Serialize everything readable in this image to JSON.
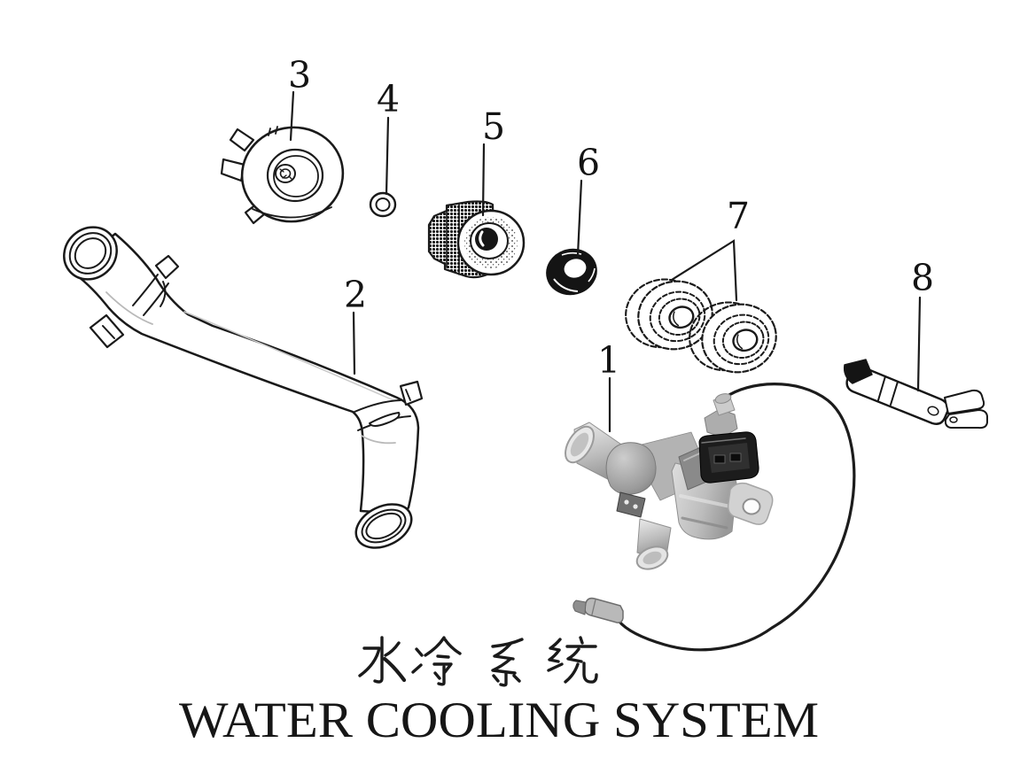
{
  "titles": {
    "chinese": "水冷系统",
    "english": "WATER COOLING SYSTEM"
  },
  "part_labels": {
    "p1": "1",
    "p2": "2",
    "p3": "3",
    "p4": "4",
    "p5": "5",
    "p6": "6",
    "p7": "7",
    "p8": "8"
  },
  "colors": {
    "background": "#ffffff",
    "line": "#1a1a1a",
    "photo_light_gray": "#d6d6d6",
    "photo_mid_gray": "#b0b0b0",
    "connector_black": "#1c1c1c"
  }
}
